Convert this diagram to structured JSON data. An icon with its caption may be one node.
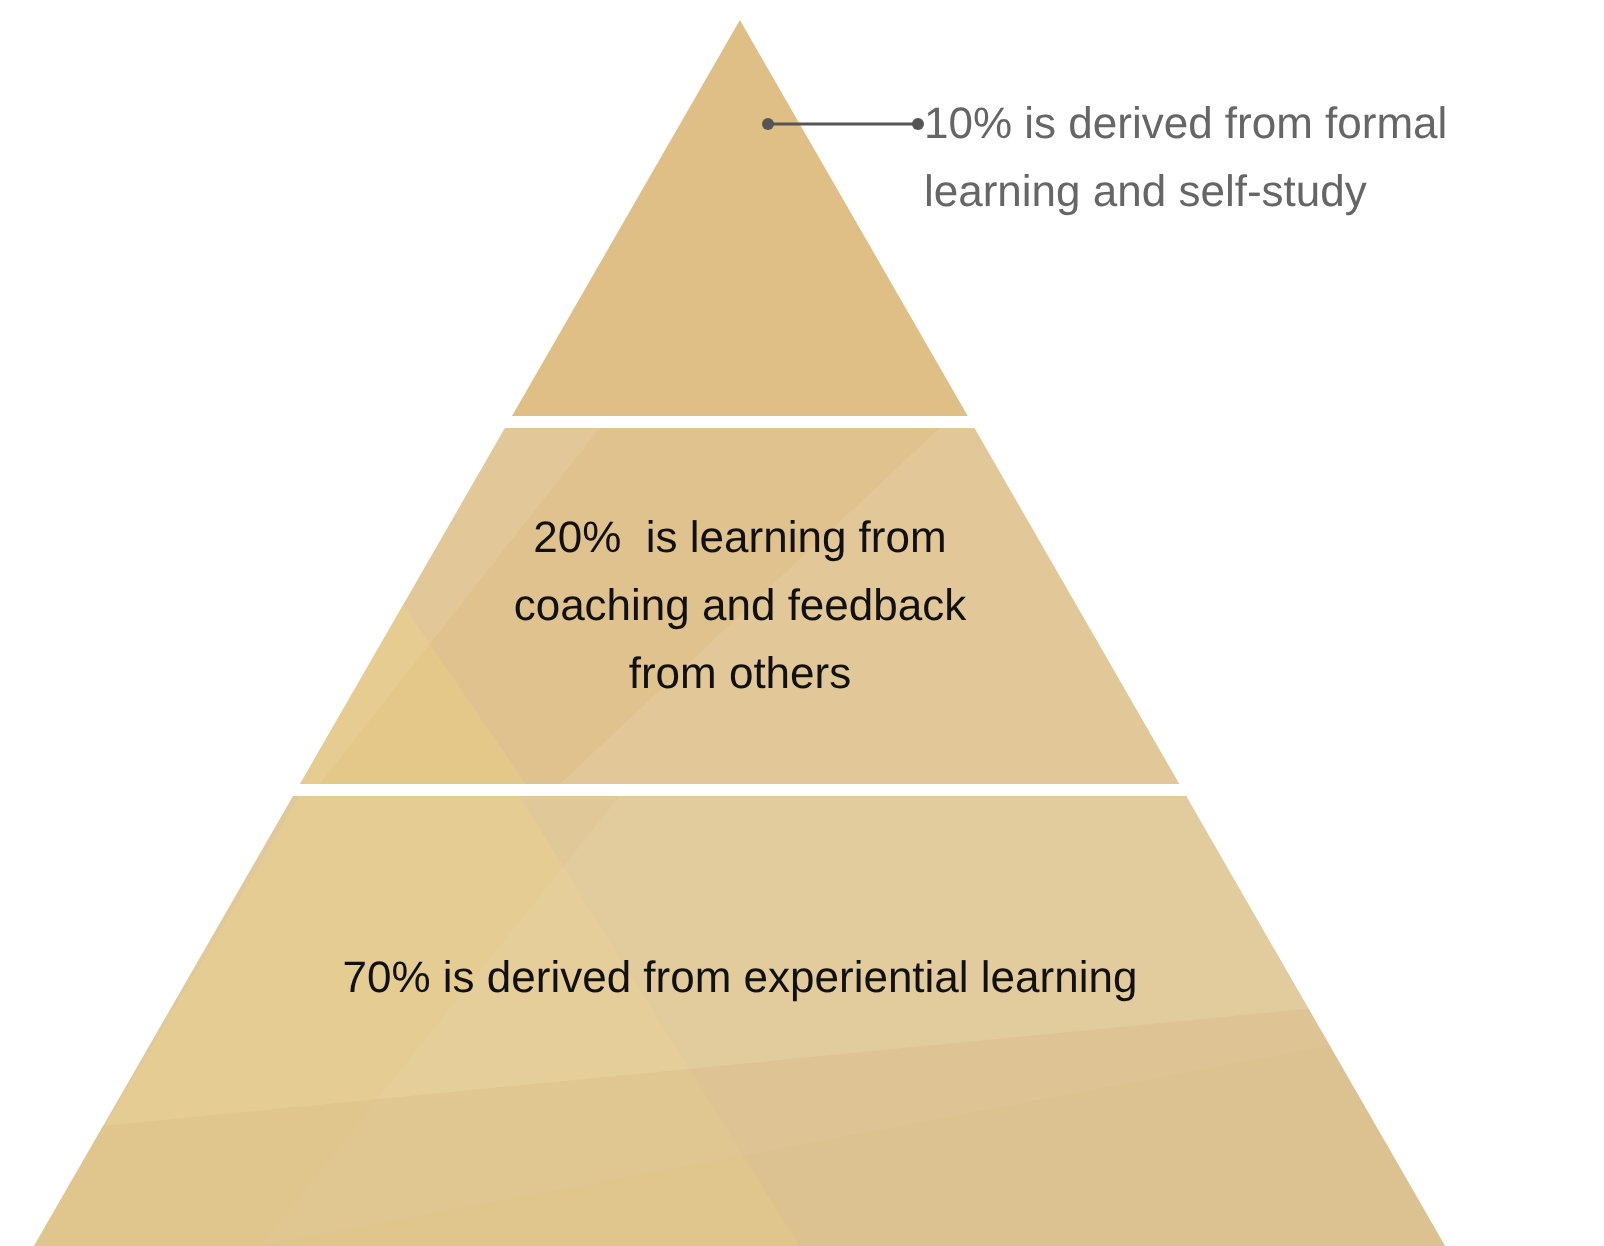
{
  "diagram": {
    "nodes": [
      {
        "text": [],
        "shape": "triangle"
      },
      {
        "text": [
          "10% is derived from formal learning and self-study"
        ]
      },
      {
        "text": [
          "20%  is learning from coaching and feedback from others"
        ]
      },
      {
        "text": [
          "70% is derived from experiential learning"
        ]
      }
    ],
    "edges": [
      {
        "from": 1,
        "to": 0,
        "arrow": "other"
      }
    ]
  }
}
